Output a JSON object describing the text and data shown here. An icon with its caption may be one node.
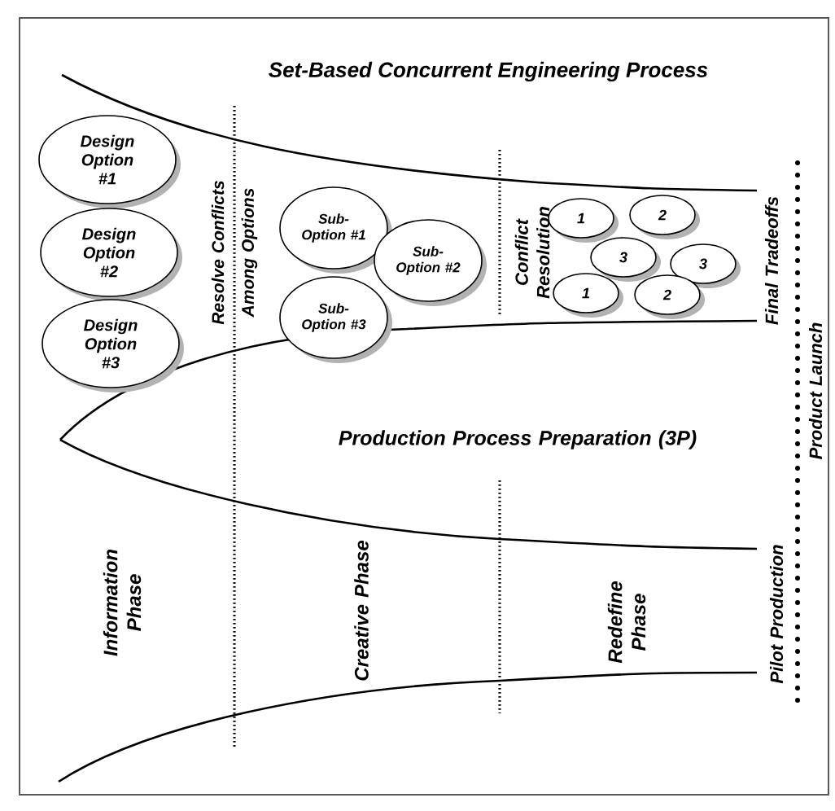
{
  "diagram": {
    "title": "Set-Based Concurrent Engineering Process",
    "nodes": [
      {
        "text": [
          "Design Option #1"
        ]
      },
      {
        "text": [
          "Design Option #2"
        ]
      },
      {
        "text": [
          "Design Option #3"
        ]
      },
      {
        "text": [
          "Sub-Option #1"
        ]
      },
      {
        "text": [
          "Sub-Option #3"
        ]
      },
      {
        "text": [
          "Sub-Option #2"
        ]
      },
      {
        "text": [
          "1"
        ]
      },
      {
        "text": [
          "2"
        ]
      },
      {
        "text": [
          "3"
        ]
      },
      {
        "text": [
          "3"
        ]
      },
      {
        "text": [
          "1"
        ]
      },
      {
        "text": [
          "2"
        ]
      }
    ],
    "labels": [
      "Resolve Conflicts Among Options",
      "Conflict Resolution",
      "Final Tradeoffs",
      "Product Launch",
      "Production Process Preparation (3P)",
      "Information Phase",
      "Creative Phase",
      "Redefine Phase",
      "Pilot Production"
    ]
  }
}
